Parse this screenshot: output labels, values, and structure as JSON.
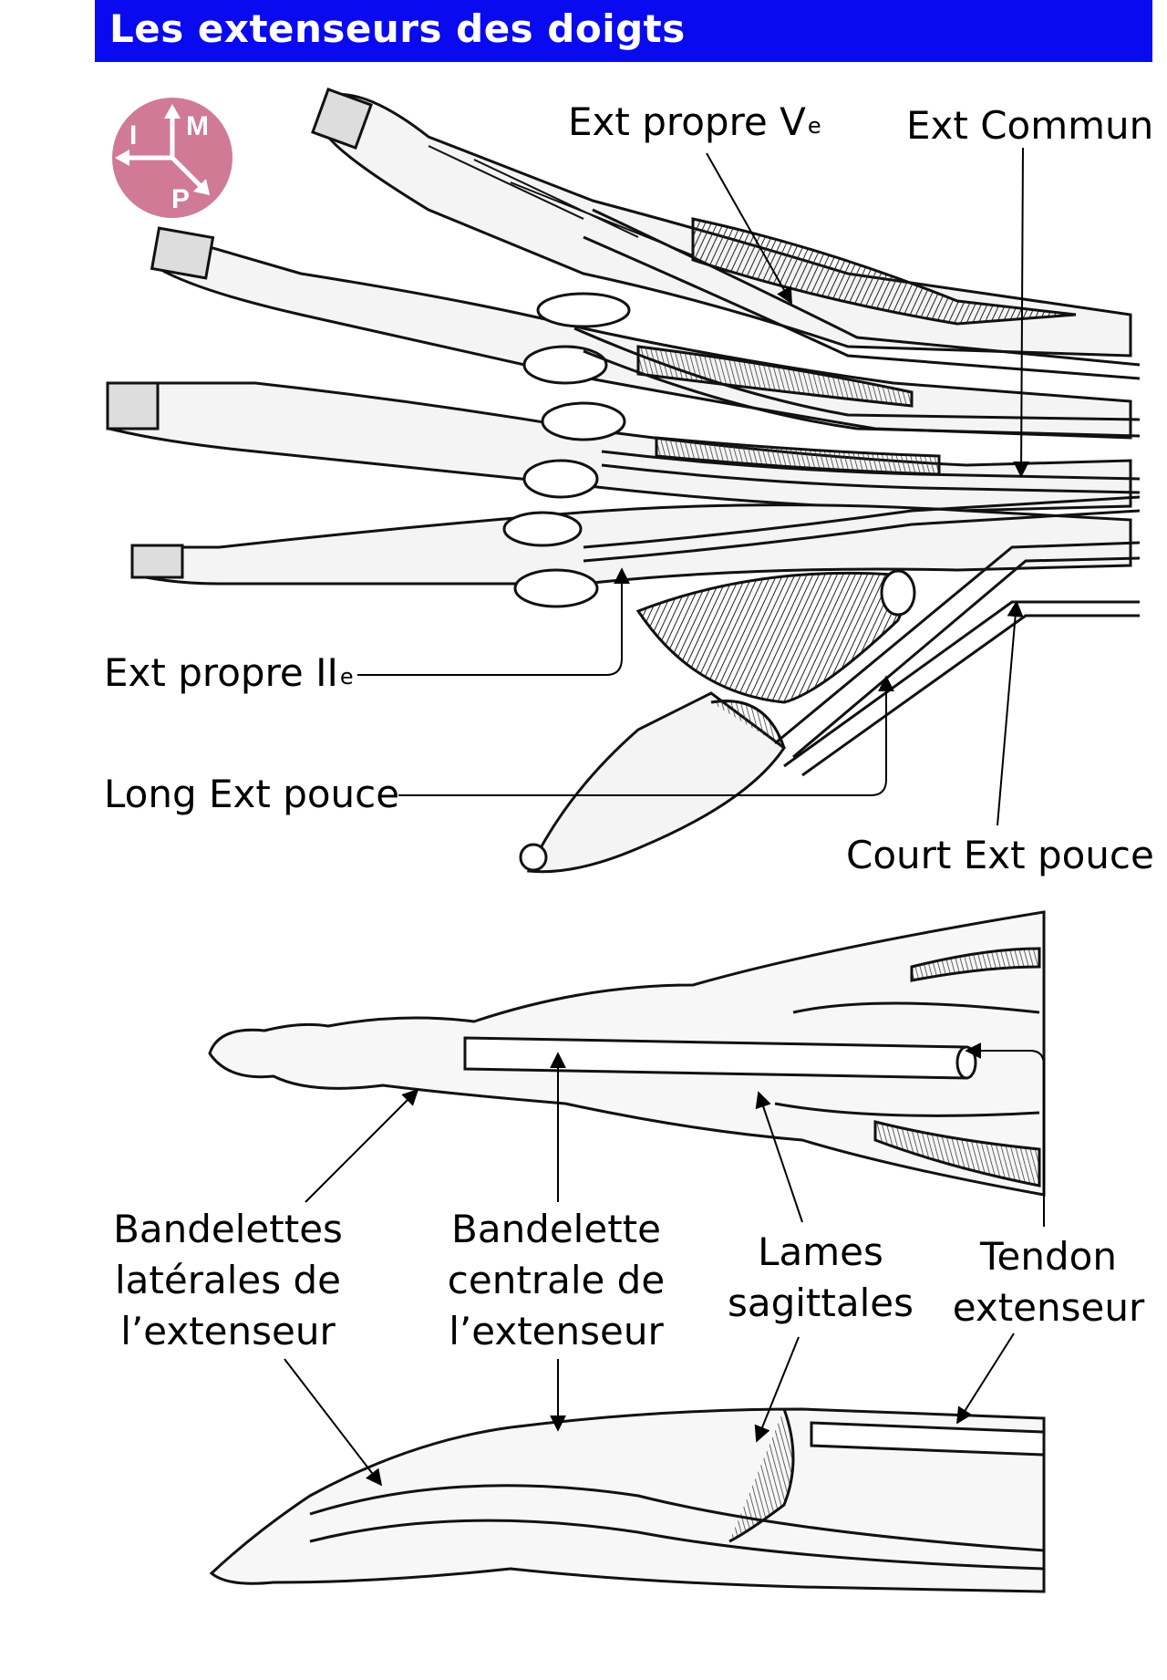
{
  "title": "Les extenseurs des doigts",
  "compass": {
    "top": "M",
    "left": "I",
    "bottom": "P",
    "color": "#d07a96"
  },
  "upper_figure": {
    "labels": {
      "ext_propre_v": "Ext propre V",
      "ext_propre_v_sup": "e",
      "ext_commun": "Ext Commun",
      "ext_propre_ii": "Ext propre II",
      "ext_propre_ii_sup": "e",
      "long_ext_pouce": "Long Ext pouce",
      "court_ext_pouce": "Court Ext pouce"
    }
  },
  "lower_figure": {
    "labels": {
      "bandelettes_laterales": [
        "Bandelettes",
        "latérales de",
        "l’extenseur"
      ],
      "bandelette_centrale": [
        "Bandelette",
        "centrale de",
        "l’extenseur"
      ],
      "lames_sagittales": [
        "Lames",
        "sagittales"
      ],
      "tendon_extenseur": [
        "Tendon",
        "extenseur"
      ]
    }
  },
  "colors": {
    "title_bar": "#0a0af0",
    "title_text": "#ffffff"
  }
}
